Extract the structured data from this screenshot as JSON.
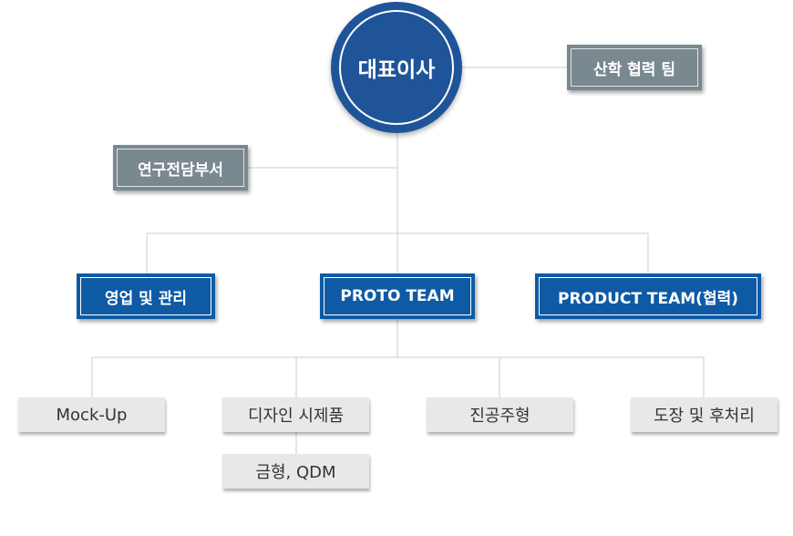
{
  "ceo": "대표이사",
  "industry_team": "산학 협력 팀",
  "research_dept": "연구전담부서",
  "teams": {
    "sales": "영업 및 관리",
    "proto": "PROTO TEAM",
    "product": "PRODUCT TEAM(협력)"
  },
  "units": {
    "mockup": "Mock-Up",
    "design": "디자인 시제품",
    "vacuum": "진공주형",
    "painting": "도장 및 후처리",
    "mold": "금형, QDM"
  },
  "colors": {
    "ceo": "#1f5499",
    "dept": "#7a8890",
    "team": "#0e5aa5",
    "unit": "#e8e8e8",
    "line": "#cccccc"
  }
}
